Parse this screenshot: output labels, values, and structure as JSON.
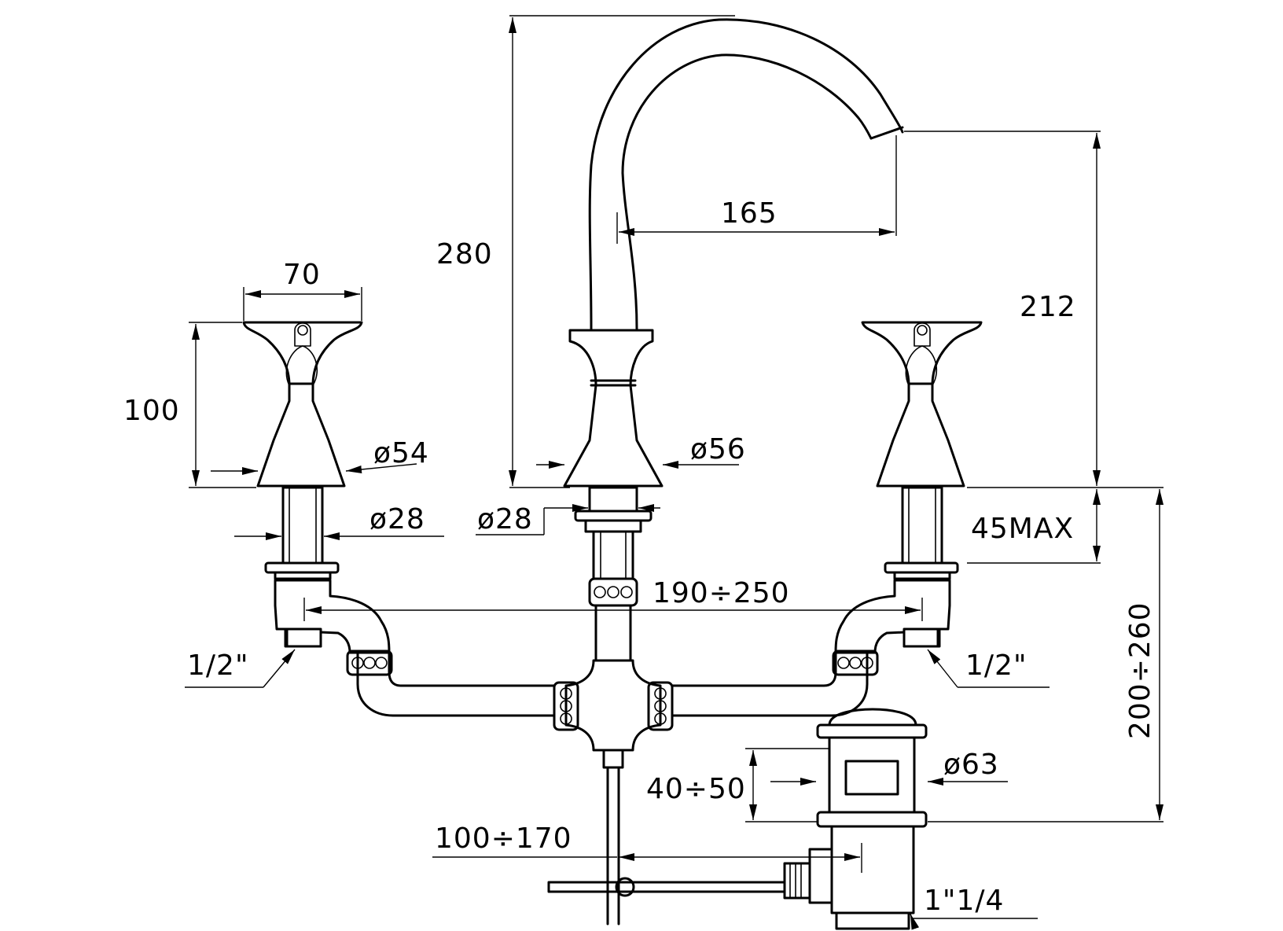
{
  "dimensions": {
    "height_total": "280",
    "spout_reach": "165",
    "spout_height": "212",
    "handle_width": "70",
    "handle_height": "100",
    "handle_diameter": "ø54",
    "spout_base_diameter": "ø56",
    "handle_shank_diameter": "ø28",
    "spout_shank_diameter": "ø28",
    "mount_thickness": "45MAX",
    "center_spread": "190÷250",
    "install_depth": "200÷260",
    "inlet_left": "1/2\"",
    "inlet_right": "1/2\"",
    "drain_diameter": "ø63",
    "drain_range": "40÷50",
    "rod_range": "100÷170",
    "drain_thread": "1\"1/4"
  }
}
